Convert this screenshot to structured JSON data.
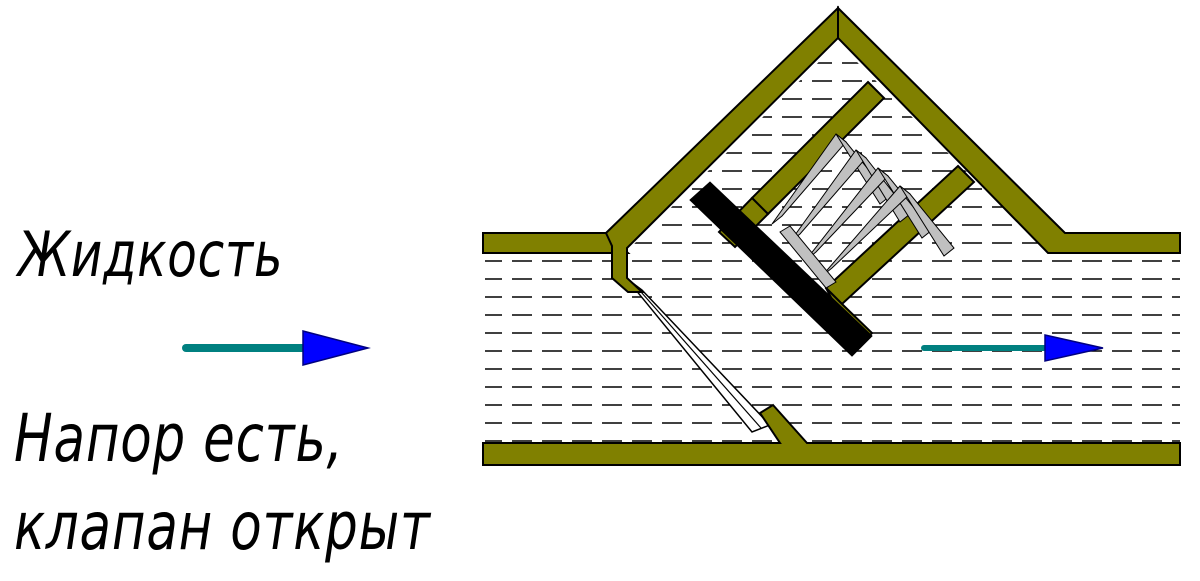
{
  "labels": {
    "fluid": "Жидкость",
    "pressure": "Напор   есть,",
    "valve_state": "клапан открыт"
  },
  "colors": {
    "wall": "#808000",
    "arrow_shaft": "#008080",
    "arrow_head": "#0000ff",
    "disc": "#000000",
    "spring": "#c0c0c0",
    "liquid_lines": "#000000",
    "background": "#ffffff"
  }
}
